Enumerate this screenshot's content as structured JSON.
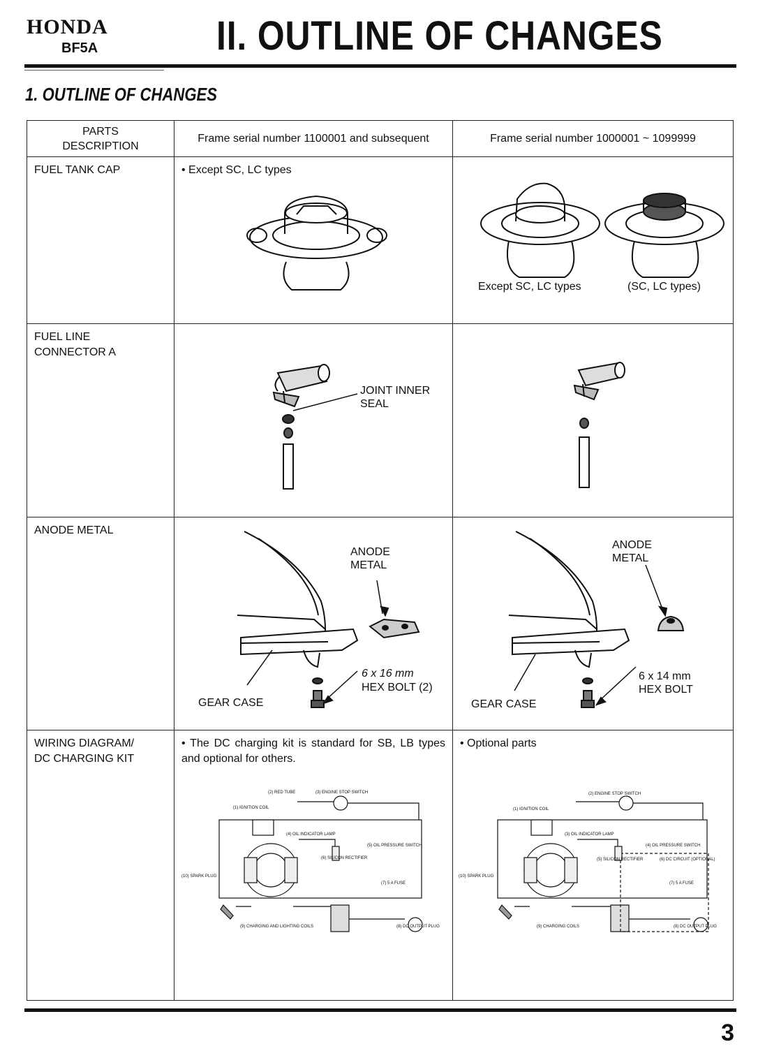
{
  "header": {
    "brand": "HONDA",
    "model": "BF5A",
    "title": "II. OUTLINE OF CHANGES"
  },
  "section": {
    "title": "1. OUTLINE OF CHANGES"
  },
  "table": {
    "columns": {
      "parts": "PARTS\nDESCRIPTION",
      "new": "Frame serial number 1100001 and subsequent",
      "old": "Frame serial number 1000001 ~ 1099999"
    },
    "rows": [
      {
        "part": "FUEL TANK CAP",
        "new_note": "• Except SC, LC types",
        "old_caption_left": "Except SC, LC types",
        "old_caption_right": "(SC, LC types)"
      },
      {
        "part": "FUEL LINE\nCONNECTOR A",
        "new_label": "JOINT INNER\nSEAL"
      },
      {
        "part": "ANODE METAL",
        "new_labels": {
          "anode": "ANODE\nMETAL",
          "bolt": "6 x 16 mm",
          "bolt2": "HEX BOLT (2)",
          "gear": "GEAR CASE"
        },
        "old_labels": {
          "anode": "ANODE\nMETAL",
          "bolt": "6 x 14 mm\nHEX BOLT",
          "gear": "GEAR CASE"
        }
      },
      {
        "part": "WIRING DIAGRAM/\nDC CHARGING KIT",
        "new_note": "• The DC charging kit is standard for SB, LB types and optional for others.",
        "old_note": "• Optional parts",
        "new_diagram": {
          "red_tube": "(2) RED TUBE",
          "stop_switch": "(3) ENGINE STOP SWITCH",
          "ignition": "(1) IGNITION COIL",
          "oil_lamp": "(4) OIL INDICATOR LAMP",
          "oil_switch": "(5) OIL PRESSURE SWITCH",
          "rectifier": "(6) SILICON RECTIFIER",
          "spark": "(10) SPARK PLUG",
          "fuse": "(7) 5 A FUSE",
          "coils": "(9) CHARGING AND LIGHTING COILS",
          "plug": "(8) DC OUTPUT PLUG"
        },
        "old_diagram": {
          "stop_switch": "(2) ENGINE STOP SWITCH",
          "ignition": "(1) IGNITION COIL",
          "oil_lamp": "(3) OIL INDICATOR LAMP",
          "oil_switch": "(4) OIL PRESSURE SWITCH",
          "rectifier": "(5) SILICON RECTIFIER",
          "dc_circuit": "(6) DC CIRCUIT (OPTIONAL)",
          "spark": "(10) SPARK PLUG",
          "fuse": "(7) 5 A FUSE",
          "coils": "(9) CHARGING COILS",
          "plug": "(8) DC OUTPUT PLUG"
        }
      }
    ]
  },
  "footer": {
    "page": "3"
  }
}
